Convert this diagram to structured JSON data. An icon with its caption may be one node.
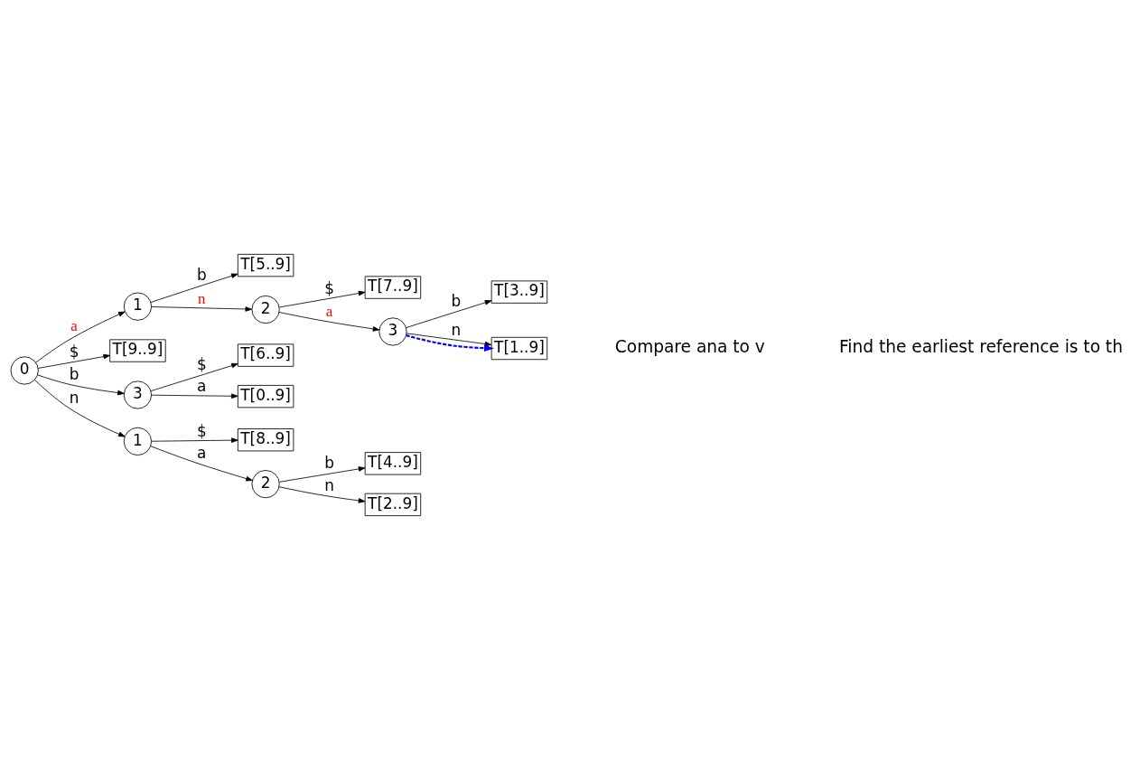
{
  "diagram": {
    "nodes": [
      {
        "text": [
          "0"
        ]
      },
      {
        "text": [
          "1"
        ]
      },
      {
        "text": [
          "T[9..9]"
        ]
      },
      {
        "text": [
          "T[5..9]"
        ]
      },
      {
        "text": [
          "2"
        ]
      },
      {
        "text": [
          "T[7..9]"
        ]
      },
      {
        "text": [
          "3"
        ]
      },
      {
        "text": [
          "T[3..9]"
        ]
      },
      {
        "text": [
          "T[1..9]"
        ]
      },
      {
        "text": [
          "3"
        ]
      },
      {
        "text": [
          "T[6..9]"
        ]
      },
      {
        "text": [
          "T[0..9]"
        ]
      },
      {
        "text": [
          "1"
        ]
      },
      {
        "text": [
          "T[8..9]"
        ]
      },
      {
        "text": [
          "2"
        ]
      },
      {
        "text": [
          "T[4..9]"
        ]
      },
      {
        "text": [
          "T[2..9]"
        ]
      }
    ],
    "edges": [
      {
        "from": 0,
        "to": 2,
        "arrow": "to",
        "label": "$"
      },
      {
        "from": 0,
        "to": 1,
        "arrow": "to",
        "label": "a"
      },
      {
        "from": 1,
        "to": 3,
        "arrow": "to",
        "label": "b"
      },
      {
        "from": 1,
        "to": 4,
        "arrow": "to",
        "label": "n"
      },
      {
        "from": 4,
        "to": 5,
        "arrow": "to",
        "label": "$"
      },
      {
        "from": 4,
        "to": 6,
        "arrow": "to",
        "label": "a"
      },
      {
        "from": 6,
        "to": 7,
        "arrow": "to",
        "label": "b"
      },
      {
        "from": 6,
        "to": 8,
        "arrow": "to",
        "label": "n"
      },
      {
        "from": 6,
        "to": 8,
        "arrow": "to",
        "style": "dashed",
        "color": "#0000ff"
      },
      {
        "from": 0,
        "to": 9,
        "arrow": "to",
        "label": "b"
      },
      {
        "from": 9,
        "to": 10,
        "arrow": "to",
        "label": "$"
      },
      {
        "from": 9,
        "to": 11,
        "arrow": "to",
        "label": "a"
      },
      {
        "from": 0,
        "to": 12,
        "arrow": "to",
        "label": "n"
      },
      {
        "from": 12,
        "to": 13,
        "arrow": "to",
        "label": "$"
      },
      {
        "from": 12,
        "to": 14,
        "arrow": "to",
        "label": "a"
      },
      {
        "from": 14,
        "to": 15,
        "arrow": "to",
        "label": "b"
      },
      {
        "from": 14,
        "to": 16,
        "arrow": "to",
        "label": "n"
      }
    ],
    "labels": [
      "Compare ana to v",
      "Find the earliest reference is to th"
    ]
  }
}
